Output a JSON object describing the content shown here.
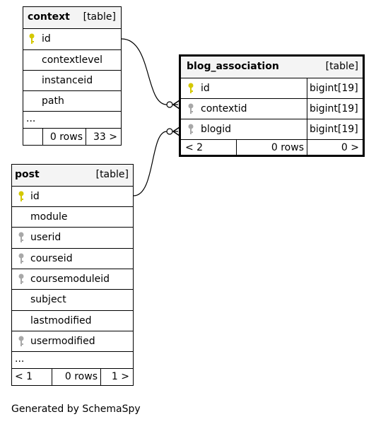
{
  "tables": {
    "context": {
      "name": "context",
      "tag": "[table]",
      "columns": [
        "id",
        "contextlevel",
        "instanceid",
        "path"
      ],
      "more": "...",
      "footer": {
        "parents": "",
        "rows": "0 rows",
        "children": "33 >"
      }
    },
    "blog_association": {
      "name": "blog_association",
      "tag": "[table]",
      "columns": [
        {
          "name": "id",
          "type": "bigint[19]"
        },
        {
          "name": "contextid",
          "type": "bigint[19]"
        },
        {
          "name": "blogid",
          "type": "bigint[19]"
        }
      ],
      "footer": {
        "parents": "< 2",
        "rows": "0 rows",
        "children": "0 >"
      }
    },
    "post": {
      "name": "post",
      "tag": "[table]",
      "columns": [
        "id",
        "module",
        "userid",
        "courseid",
        "coursemoduleid",
        "subject",
        "lastmodified",
        "usermodified"
      ],
      "more": "...",
      "footer": {
        "parents": "< 1",
        "rows": "0 rows",
        "children": "1 >"
      }
    }
  },
  "key_icons": {
    "primary": "primary-key-icon",
    "foreign": "foreign-key-icon",
    "primary_color": "#d4c800",
    "foreign_color": "#a8a8a8"
  },
  "generated_by": "Generated by SchemaSpy"
}
